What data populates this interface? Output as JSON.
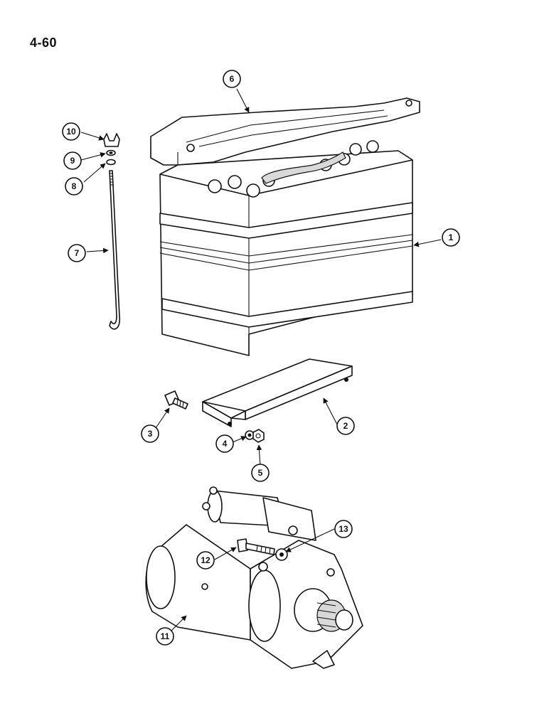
{
  "page_number": "4-60",
  "callouts": [
    {
      "id": "c1",
      "label": "1"
    },
    {
      "id": "c2",
      "label": "2"
    },
    {
      "id": "c3",
      "label": "3"
    },
    {
      "id": "c4",
      "label": "4"
    },
    {
      "id": "c5",
      "label": "5"
    },
    {
      "id": "c6",
      "label": "6"
    },
    {
      "id": "c7",
      "label": "7"
    },
    {
      "id": "c8",
      "label": "8"
    },
    {
      "id": "c9",
      "label": "9"
    },
    {
      "id": "c10",
      "label": "10"
    },
    {
      "id": "c11",
      "label": "11"
    },
    {
      "id": "c12",
      "label": "12"
    },
    {
      "id": "c13",
      "label": "13"
    }
  ]
}
